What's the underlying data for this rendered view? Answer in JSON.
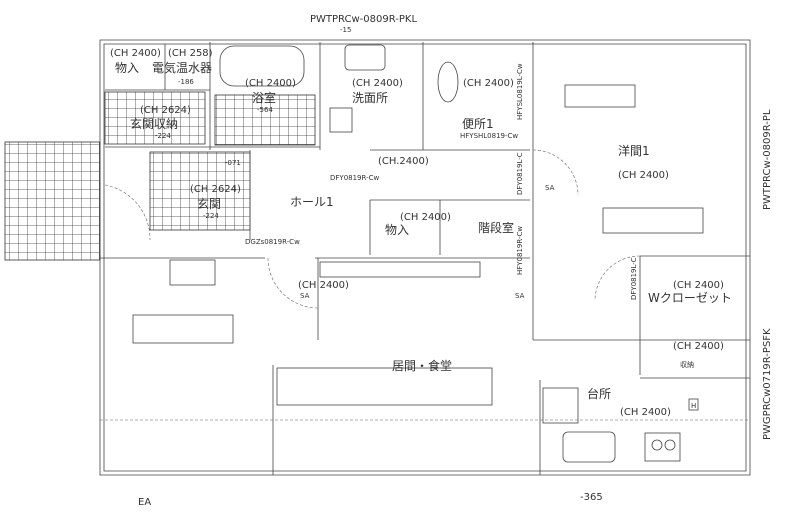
{
  "plan": {
    "door_codes": {
      "top": "PWTPRCw-0809R-PKL",
      "top_level": "-15",
      "right_upper": "PWTPRCw-0809R-PL",
      "right_lower": "PWGPRCw0719R-PSFK",
      "genkan_door": "DGZs0819R-Cw",
      "hall_door": "DFY0819R-Cw",
      "toilet_door": "HFYSHL0819-Cw",
      "senmen_door": "HFYSL0819L-Cw",
      "yoma_door": "DFY0819L-C",
      "stair_door": "HFY0819R-Cw",
      "closet_door": "DFY0819L-C"
    },
    "rooms": [
      {
        "name": "物入",
        "ch": "(CH 2400)"
      },
      {
        "name": "電気温水器",
        "ch": "(CH 258)",
        "level": "-186"
      },
      {
        "name": "玄関収納",
        "ch": "(CH 2624)",
        "level": "-224"
      },
      {
        "name": "浴室",
        "ch": "(CH 2400)",
        "level": "-564"
      },
      {
        "name": "洗面所",
        "ch": "(CH 2400)"
      },
      {
        "name": "便所1",
        "ch": "(CH 2400)"
      },
      {
        "name": "洋間1",
        "ch": "(CH 2400)"
      },
      {
        "name": "玄関",
        "ch": "(CH 2624)",
        "level": "-224"
      },
      {
        "name": "ホール1",
        "ch": "(CH.2400)"
      },
      {
        "name": "物入",
        "ch": "(CH 2400)"
      },
      {
        "name": "階段室"
      },
      {
        "name": "居間・食堂",
        "ch": "(CH 2400)"
      },
      {
        "name": "Wクローゼット",
        "ch": "(CH 2400)"
      },
      {
        "name": "収納",
        "ch": "(CH 2400)"
      },
      {
        "name": "台所",
        "ch": "(CH 2400)",
        "level": "-365"
      }
    ],
    "marks": {
      "sa": "SA",
      "ea": "EA",
      "h": "H",
      "level_071": "-071"
    }
  }
}
